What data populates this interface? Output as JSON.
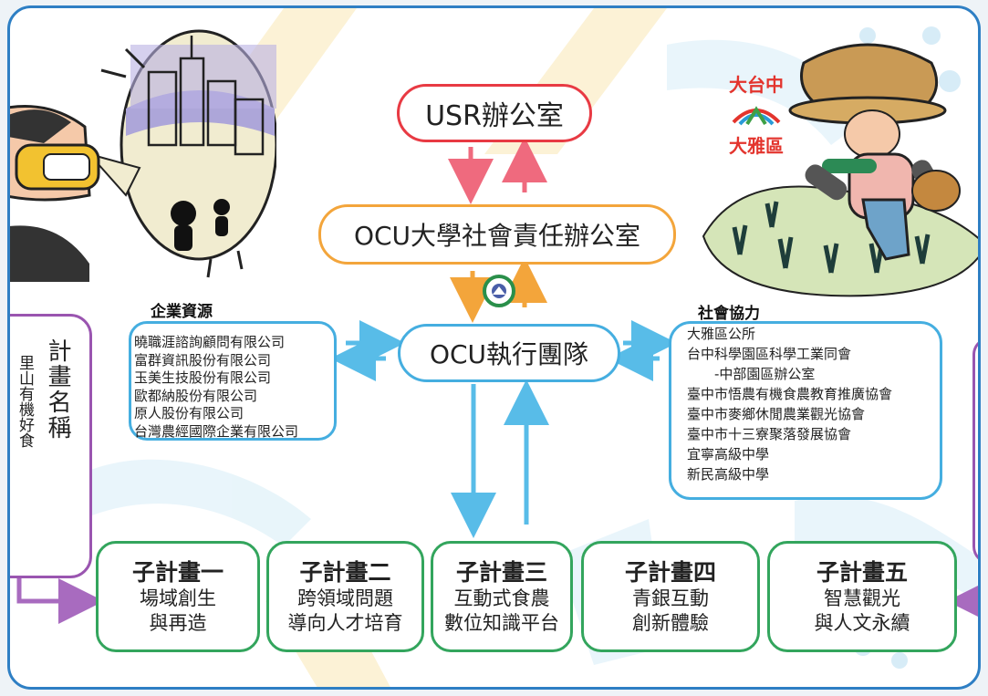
{
  "usr_office": "USR辦公室",
  "ocu_office": "OCU大學社會責任辦公室",
  "ocu_team": "OCU執行團隊",
  "enterprise": {
    "heading": "企業資源",
    "items": [
      "曉職涯諮詢顧問有限公司",
      "富群資訊股份有限公司",
      "玉美生技股份有限公司",
      "歐都納股份有限公司",
      "原人股份有限公司",
      "台灣農經國際企業有限公司"
    ]
  },
  "community": {
    "heading": "社會協力",
    "items": [
      "大雅區公所",
      "台中科學園區科學工業同會",
      "-中部園區辦公室",
      "臺中市悟農有機食農教育推廣協會",
      "臺中市麥鄉休閒農業觀光協會",
      "臺中市十三寮聚落發展協會",
      "宜寧高級中學",
      "新民高級中學"
    ]
  },
  "plan_name": {
    "label": "計畫名稱",
    "value": "里山有機好食"
  },
  "region_logo": {
    "top": "大台中",
    "bottom": "大雅區"
  },
  "subprojects": [
    {
      "title": "子計畫一",
      "lines": [
        "場域創生",
        "與再造"
      ]
    },
    {
      "title": "子計畫二",
      "lines": [
        "跨領域問題",
        "導向人才培育"
      ]
    },
    {
      "title": "子計畫三",
      "lines": [
        "互動式食農",
        "數位知識平台"
      ]
    },
    {
      "title": "子計畫四",
      "lines": [
        "青銀互動",
        "創新體驗"
      ]
    },
    {
      "title": "子計畫五",
      "lines": [
        "智慧觀光",
        "與人文永續"
      ]
    }
  ],
  "colors": {
    "red": "#e83a43",
    "orange": "#f3a53b",
    "blue": "#45aee0",
    "green": "#33a55d",
    "purple": "#9a55b0",
    "frame": "#2e7fc4"
  }
}
